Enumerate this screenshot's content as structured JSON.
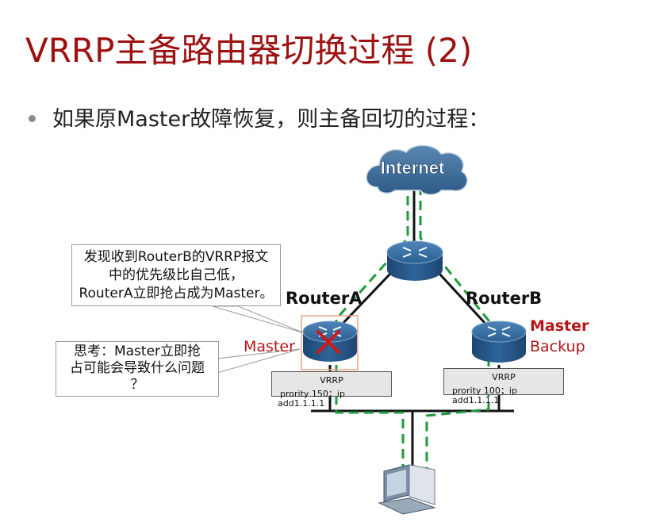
{
  "title": "VRRP主备路由器切换过程 (2)",
  "bullet": "如果原Master故障恢复，则主备回切的过程：",
  "diagram": {
    "internet_label": "Internet",
    "router_a": {
      "name": "RouterA",
      "role": "Master",
      "vrrp_title": "VRRP",
      "vrrp_priority": "prority 150；ip",
      "vrrp_addr": "add1.1.1.1"
    },
    "router_b": {
      "name": "RouterB",
      "role_new": "Master",
      "role_old": "Backup",
      "vrrp_title": "VRRP",
      "vrrp_priority": "prority 100；ip",
      "vrrp_addr": "add1.1.1.1"
    },
    "callout1": {
      "line1": "发现收到RouterB的VRRP报文",
      "line2": "中的优先级比自己低，",
      "line3": "RouterA立即抢占成为Master。"
    },
    "callout2": {
      "line1": "思考：Master立即抢",
      "line2": "占可能会导致什么问题",
      "line3": "？"
    },
    "colors": {
      "title": "#9c1111",
      "path": "#1e9a3c",
      "router_body": "#2a5b8c",
      "cloud": "#3e6d9a",
      "fault_x": "#d01818"
    }
  }
}
